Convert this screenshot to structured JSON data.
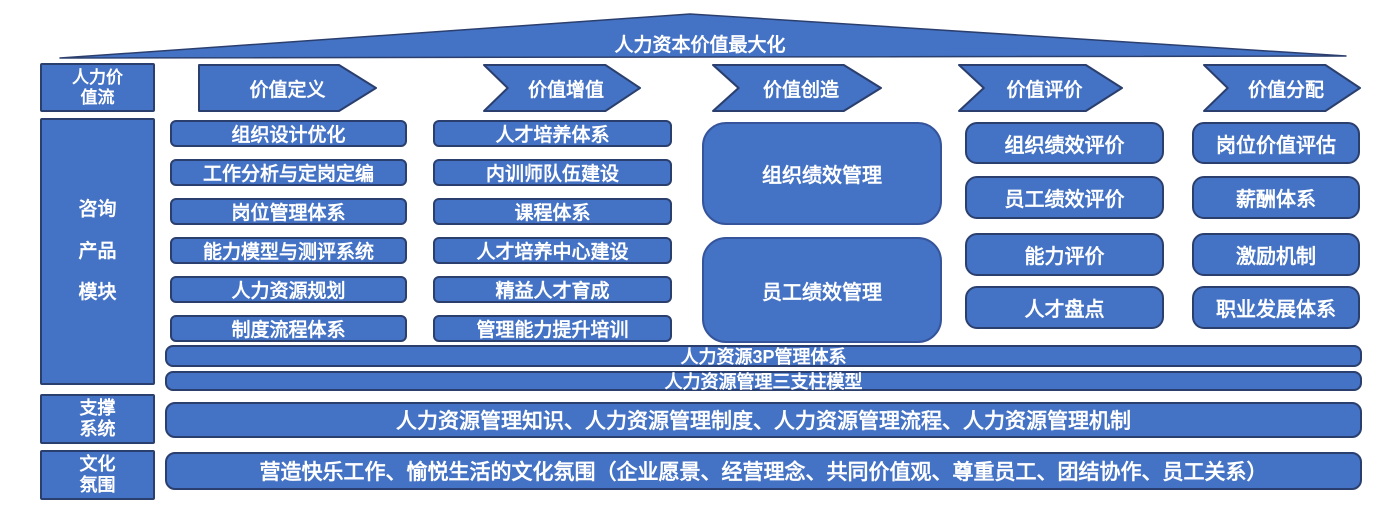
{
  "colors": {
    "fill": "#4472C4",
    "line": "#2B3F6E",
    "line-soft": "#35549B",
    "text": "#FFFFFF"
  },
  "roof": {
    "title": "人力资本价值最大化"
  },
  "stream": {
    "label_lines": [
      "人力价",
      "值流"
    ],
    "arrows": [
      "价值定义",
      "价值增值",
      "价值创造",
      "价值评价",
      "价值分配"
    ]
  },
  "modules": {
    "label_words": [
      "咨询",
      "产品",
      "模块"
    ],
    "col1": [
      "组织设计优化",
      "工作分析与定岗定编",
      "岗位管理体系",
      "能力模型与测评系统",
      "人力资源规划",
      "制度流程体系"
    ],
    "col2": [
      "人才培养体系",
      "内训师队伍建设",
      "课程体系",
      "人才培养中心建设",
      "精益人才育成",
      "管理能力提升培训"
    ],
    "col3": [
      "组织绩效管理",
      "员工绩效管理"
    ],
    "col4": [
      "组织绩效评价",
      "员工绩效评价",
      "能力评价",
      "人才盘点"
    ],
    "col5": [
      "岗位价值评估",
      "薪酬体系",
      "激励机制",
      "职业发展体系"
    ],
    "bars": [
      "人力资源3P管理体系",
      "人力资源管理三支柱模型"
    ]
  },
  "support": {
    "label_lines": [
      "支撑",
      "系统"
    ],
    "bar": "人力资源管理知识、人力资源管理制度、人力资源管理流程、人力资源管理机制"
  },
  "culture": {
    "label_lines": [
      "文化",
      "氛围"
    ],
    "bar": "营造快乐工作、愉悦生活的文化氛围（企业愿景、经营理念、共同价值观、尊重员工、团结协作、员工关系）"
  }
}
